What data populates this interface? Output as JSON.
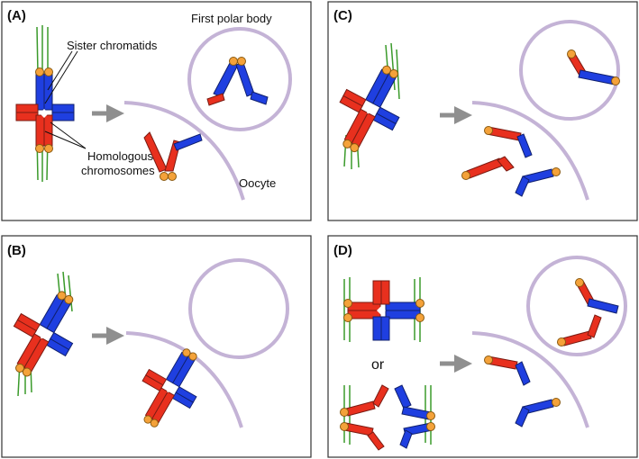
{
  "panels": [
    {
      "id": "A",
      "label": "(A)"
    },
    {
      "id": "B",
      "label": "(B)"
    },
    {
      "id": "C",
      "label": "(C)"
    },
    {
      "id": "D",
      "label": "(D)"
    }
  ],
  "annotations": {
    "sister_chromatids": "Sister chromatids",
    "homologous_line1": "Homologous",
    "homologous_line2": "chromosomes",
    "first_polar_body": "First polar body",
    "oocyte": "Oocyte",
    "or_label": "or"
  },
  "colors": {
    "homolog_red": "#e8301e",
    "homolog_blue": "#1f3fe0",
    "cohesin_orange": "#f4a23a",
    "spindle_green": "#3a9a2a",
    "membrane_lilac": "#c4b3d6",
    "arrow_gray": "#8f8f8f",
    "panel_border": "#333333"
  }
}
